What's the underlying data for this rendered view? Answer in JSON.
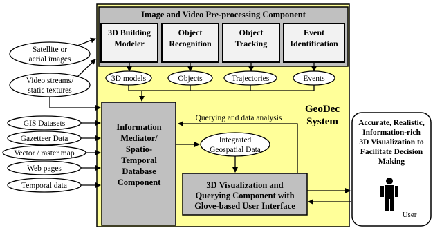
{
  "preprocessing": {
    "title": "Image and Video Pre-processing Component",
    "modules": [
      {
        "lines": [
          "3D Building",
          "Modeler"
        ]
      },
      {
        "lines": [
          "Object",
          "Recognition"
        ]
      },
      {
        "lines": [
          "Object",
          "Tracking"
        ]
      },
      {
        "lines": [
          "Event",
          "Identification"
        ]
      }
    ],
    "outputs": [
      "3D models",
      "Objects",
      "Trajectories",
      "Events"
    ]
  },
  "inputs": {
    "imagery": [
      {
        "lines": [
          "Satellite or",
          "aerial images"
        ]
      },
      {
        "lines": [
          "Video streams/",
          "static textures"
        ]
      }
    ],
    "data_sources": [
      "GIS Datasets",
      "Gazetteer Data",
      "Vector / raster map",
      "Web pages",
      "Temporal data"
    ]
  },
  "system": {
    "lines": [
      "GeoDec",
      "System"
    ]
  },
  "mediator": {
    "lines": [
      "Information",
      "Mediator/",
      "Spatio-",
      "Temporal",
      "Database",
      "Component"
    ]
  },
  "integrated": {
    "lines": [
      "Integrated",
      "Geospatial Data"
    ]
  },
  "querying_label": "Querying and data analysis",
  "visualization": {
    "lines": [
      "3D Visualization and",
      "Querying Component with",
      "Glove-based User Interface"
    ]
  },
  "output": {
    "lines": [
      "Accurate, Realistic,",
      "Information-rich",
      "3D Visualization to",
      "Facilitate Decision",
      "Making"
    ],
    "user_label": "User"
  },
  "colors": {
    "system_fill": "#ffff99",
    "component_fill": "#c0c0c0",
    "module_fill": "#f2f2f2",
    "stroke": "#000000"
  }
}
